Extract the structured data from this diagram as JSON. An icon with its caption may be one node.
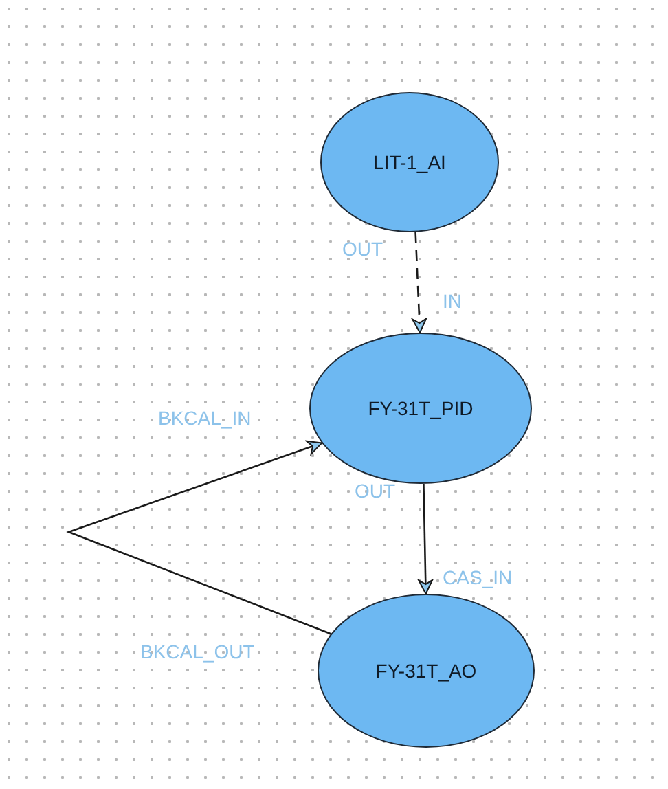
{
  "diagram": {
    "nodes": [
      {
        "text": [
          "LIT-1_AI"
        ]
      },
      {
        "text": [
          "FY-31T_PID"
        ]
      },
      {
        "text": [
          "FY-31T_AO"
        ]
      }
    ],
    "edges": [
      {
        "from": 0,
        "to": 1,
        "arrow": "to",
        "style": "dashed"
      },
      {
        "from": 1,
        "to": 2,
        "arrow": "to"
      },
      {
        "from": 2,
        "to": 1,
        "arrow": "to"
      }
    ],
    "labels": [
      "OUT",
      "IN",
      "BKCAL_IN",
      "OUT",
      "CAS_IN",
      "BKCAL_OUT"
    ]
  }
}
